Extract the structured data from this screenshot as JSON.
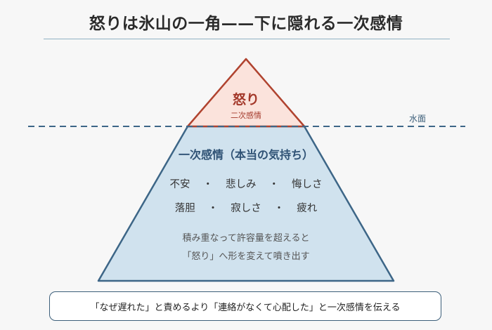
{
  "title": "怒りは氷山の一角——下に隠れる一次感情",
  "tip": {
    "label": "怒り",
    "sublabel": "二次感情"
  },
  "waterline": {
    "label": "水面"
  },
  "base": {
    "title": "一次感情（本当の気持ち）",
    "emotions_row1": [
      "不安",
      "悲しみ",
      "悔しさ"
    ],
    "emotions_row2": [
      "落胆",
      "寂しさ",
      "疲れ"
    ],
    "separator": "・",
    "description_line1": "積み重なって許容量を超えると",
    "description_line2": "「怒り」へ形を変えて噴き出す"
  },
  "advice": "「なぜ遅れた」と責めるより「連絡がなくて心配した」と一次感情を伝える",
  "colors": {
    "tip_fill": "#fbe3dc",
    "tip_stroke": "#b0432f",
    "base_fill": "#d0e2ee",
    "base_stroke": "#3d6687",
    "waterline": "#3d6687"
  }
}
